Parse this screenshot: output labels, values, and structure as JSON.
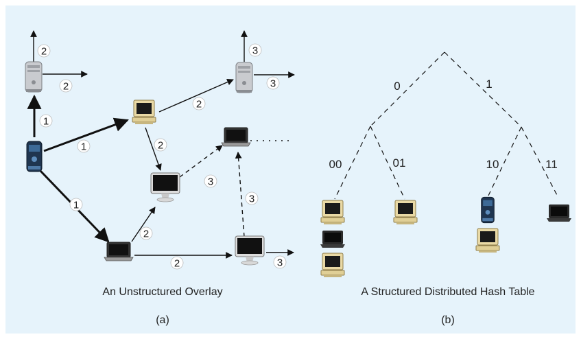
{
  "panel_a": {
    "caption": "An Unstructured Overlay",
    "sublabel": "(a)",
    "badges": {
      "tower_left_up": "2",
      "tower_left_right": "2",
      "tower_right_up": "3",
      "tower_right_right": "3",
      "blue_to_tower": "1",
      "blue_to_crt": "1",
      "blue_to_laptop": "1",
      "crt_to_tower": "2",
      "crt_to_imac": "2",
      "laptop_to_imac": "2",
      "laptop_to_monitor": "2",
      "imac_to_laptop": "3",
      "monitor_to_laptop": "3",
      "monitor_out": "3"
    }
  },
  "panel_b": {
    "caption": "A Structured Distributed Hash Table",
    "sublabel": "(b)",
    "bits": {
      "left": "0",
      "right": "1",
      "ll": "00",
      "lr": "01",
      "rl": "10",
      "rr": "11"
    }
  },
  "colors": {
    "background": "#e6f3fb",
    "badge_fill": "#ffffff",
    "edge": "#111111"
  },
  "icons": [
    "tower-computer-icon",
    "crt-computer-icon",
    "imac-icon",
    "laptop-icon",
    "blue-tower-icon"
  ]
}
